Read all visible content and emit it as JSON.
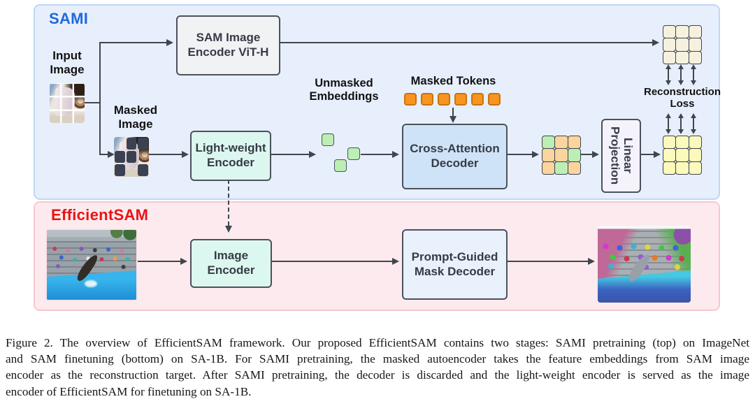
{
  "colors": {
    "sami_accent": "#1d6ae0",
    "efficientsam_accent": "#e81414",
    "panel_blue_bg": "#e7effc",
    "panel_blue_border": "#bdd8f5",
    "panel_pink_bg": "#fdeaee",
    "panel_pink_border": "#f7c8d0",
    "box_border": "#4b515b",
    "arrow": "#40464e",
    "token_orange": "#f8941f",
    "unmasked_green": "#bdeeb5",
    "masked_patch_orange": "#fbd49e",
    "target_beige": "#f6f1de",
    "recon_yellow": "#fbf9bb",
    "mask_tile_dark": "#3b4150",
    "encoder_mint": "#dcf7ef",
    "decoder_blue": "#cfe3f8"
  },
  "sami": {
    "title": "SAMI",
    "input_image_label": "Input Image",
    "masked_image_label": "Masked Image",
    "sam_encoder_box": "SAM Image Encoder ViT-H",
    "lightweight_encoder_box": "Light-weight Encoder",
    "unmasked_embeddings_label": "Unmasked Embeddings",
    "masked_tokens_label": "Masked Tokens",
    "masked_token_count": 6,
    "cross_attention_box": "Cross-Attention Decoder",
    "linear_projection_box": "Linear Projection",
    "reconstruction_loss_label": "Reconstruction Loss"
  },
  "efficientsam": {
    "title": "EfficientSAM",
    "image_encoder_box": "Image Encoder",
    "mask_decoder_box": "Prompt-Guided Mask Decoder"
  },
  "grids": {
    "reconstruction_target": [
      [
        "target_beige",
        "target_beige",
        "target_beige"
      ],
      [
        "target_beige",
        "target_beige",
        "target_beige"
      ],
      [
        "target_beige",
        "target_beige",
        "target_beige"
      ]
    ],
    "decoder_output": [
      [
        "unmasked_green",
        "masked_patch_orange",
        "masked_patch_orange"
      ],
      [
        "masked_patch_orange",
        "masked_patch_orange",
        "unmasked_green"
      ],
      [
        "masked_patch_orange",
        "unmasked_green",
        "masked_patch_orange"
      ]
    ],
    "reconstructed_output": [
      [
        "recon_yellow",
        "recon_yellow",
        "recon_yellow"
      ],
      [
        "recon_yellow",
        "recon_yellow",
        "recon_yellow"
      ],
      [
        "recon_yellow",
        "recon_yellow",
        "recon_yellow"
      ]
    ],
    "masked_image_pattern": [
      [
        "clear",
        "mask_tile_dark",
        "mask_tile_dark"
      ],
      [
        "mask_tile_dark",
        "mask_tile_dark",
        "clear"
      ],
      [
        "mask_tile_dark",
        "clear",
        "mask_tile_dark"
      ]
    ]
  },
  "caption_lines": [
    "Figure 2. The overview of EfficientSAM framework. Our proposed EfficientSAM contains two stages: SAMI pretraining (top) on ImageNet",
    "and SAM finetuning (bottom) on SA-1B. For SAMI pretraining, the masked autoencoder takes the feature embeddings from SAM image",
    "encoder as the reconstruction target. After SAMI pretraining, the decoder is discarded and the light-weight encoder is served as the image",
    "encoder of EfficientSAM for finetuning on SA-1B."
  ]
}
